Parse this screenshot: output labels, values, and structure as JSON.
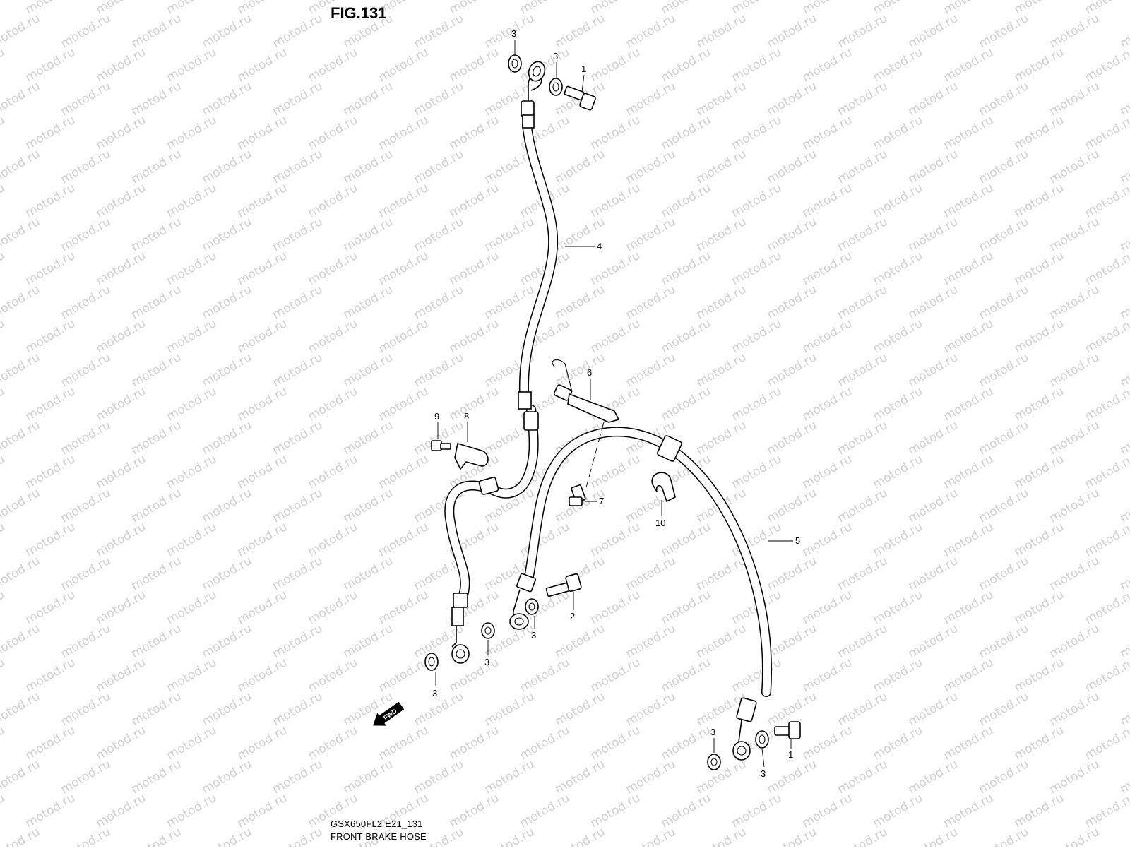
{
  "figure": {
    "title": "FIG.131",
    "model_code": "GSX650FL2 E21_131",
    "name": "FRONT BRAKE HOSE"
  },
  "watermark": "motod.ru",
  "fwd_label": "FWD",
  "callouts": {
    "union_bolt_top": "1",
    "union_bolt_bottom": "1",
    "union_bolt_2": "2",
    "washer_top_left": "3",
    "washer_top_right": "3",
    "washer_a": "3",
    "washer_b": "3",
    "washer_c": "3",
    "washer_d": "3",
    "washer_e": "3",
    "hose_4": "4",
    "hose_5": "5",
    "clamp_6": "6",
    "bolt_7": "7",
    "clamp_8": "8",
    "bolt_9": "9",
    "clamp_10": "10"
  }
}
